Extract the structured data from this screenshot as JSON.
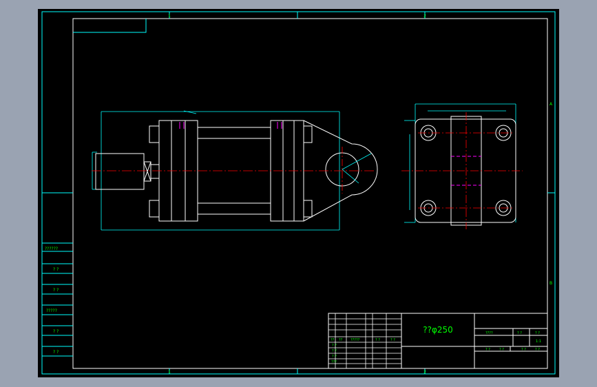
{
  "drawing": {
    "zone_marks_top": [
      "1",
      "2"
    ],
    "zone_marks_bottom": [
      "1",
      "2"
    ],
    "zone_marks_right": [
      "A",
      "B"
    ],
    "title_text": "??φ250",
    "sidebar_labels": [
      "??????",
      "? ?",
      "? ?",
      "?????",
      "? ?",
      "? ?"
    ],
    "title_block": {
      "left_row_mid": [
        "??",
        "??",
        "?????",
        "? ?",
        "? ?"
      ],
      "left_rows_low": [
        "? ?",
        "? ?",
        "? ?",
        "???"
      ],
      "right_top_labels": [
        "????",
        "? ?",
        "? ?"
      ],
      "scale_value": "1:1",
      "right_bottom_labels": [
        "? ?",
        "? ?",
        "? ?",
        "? ?"
      ]
    },
    "colors": {
      "frame": "#00ffff",
      "border": "#ffffff",
      "outline": "#ffffff",
      "centerline": "#ff0000",
      "hidden": "#ff00ff",
      "dimension": "#00ffff",
      "text": "#00ff00",
      "page_bg": "#9aa3b2",
      "drawing_bg": "#000000"
    }
  }
}
